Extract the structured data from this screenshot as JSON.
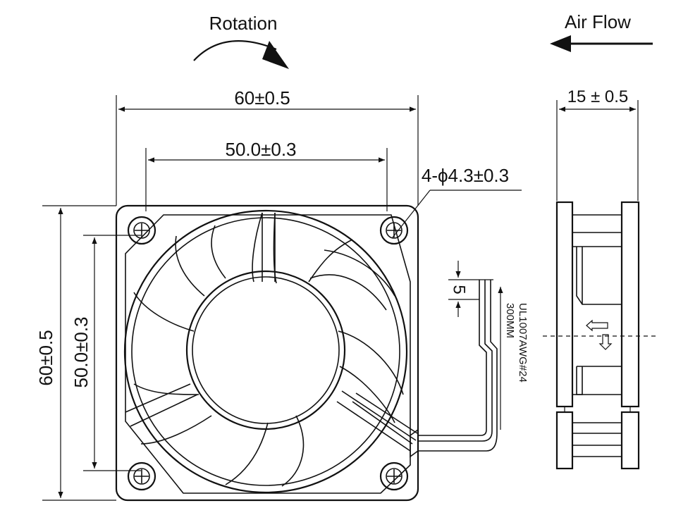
{
  "labels": {
    "rotation": "Rotation",
    "air_flow": "Air Flow",
    "width_outer": "60±0.5",
    "width_holes": "50.0±0.3",
    "mount_holes": "4-ϕ4.3±0.3",
    "height_outer": "60±0.5",
    "height_holes": "50.0±0.3",
    "depth": "15 ± 0.5",
    "wire_offset": "5",
    "wire_spec": "UL1007AWG#24",
    "wire_length": "300MM"
  },
  "colors": {
    "line": "#111111",
    "background": "#ffffff"
  }
}
